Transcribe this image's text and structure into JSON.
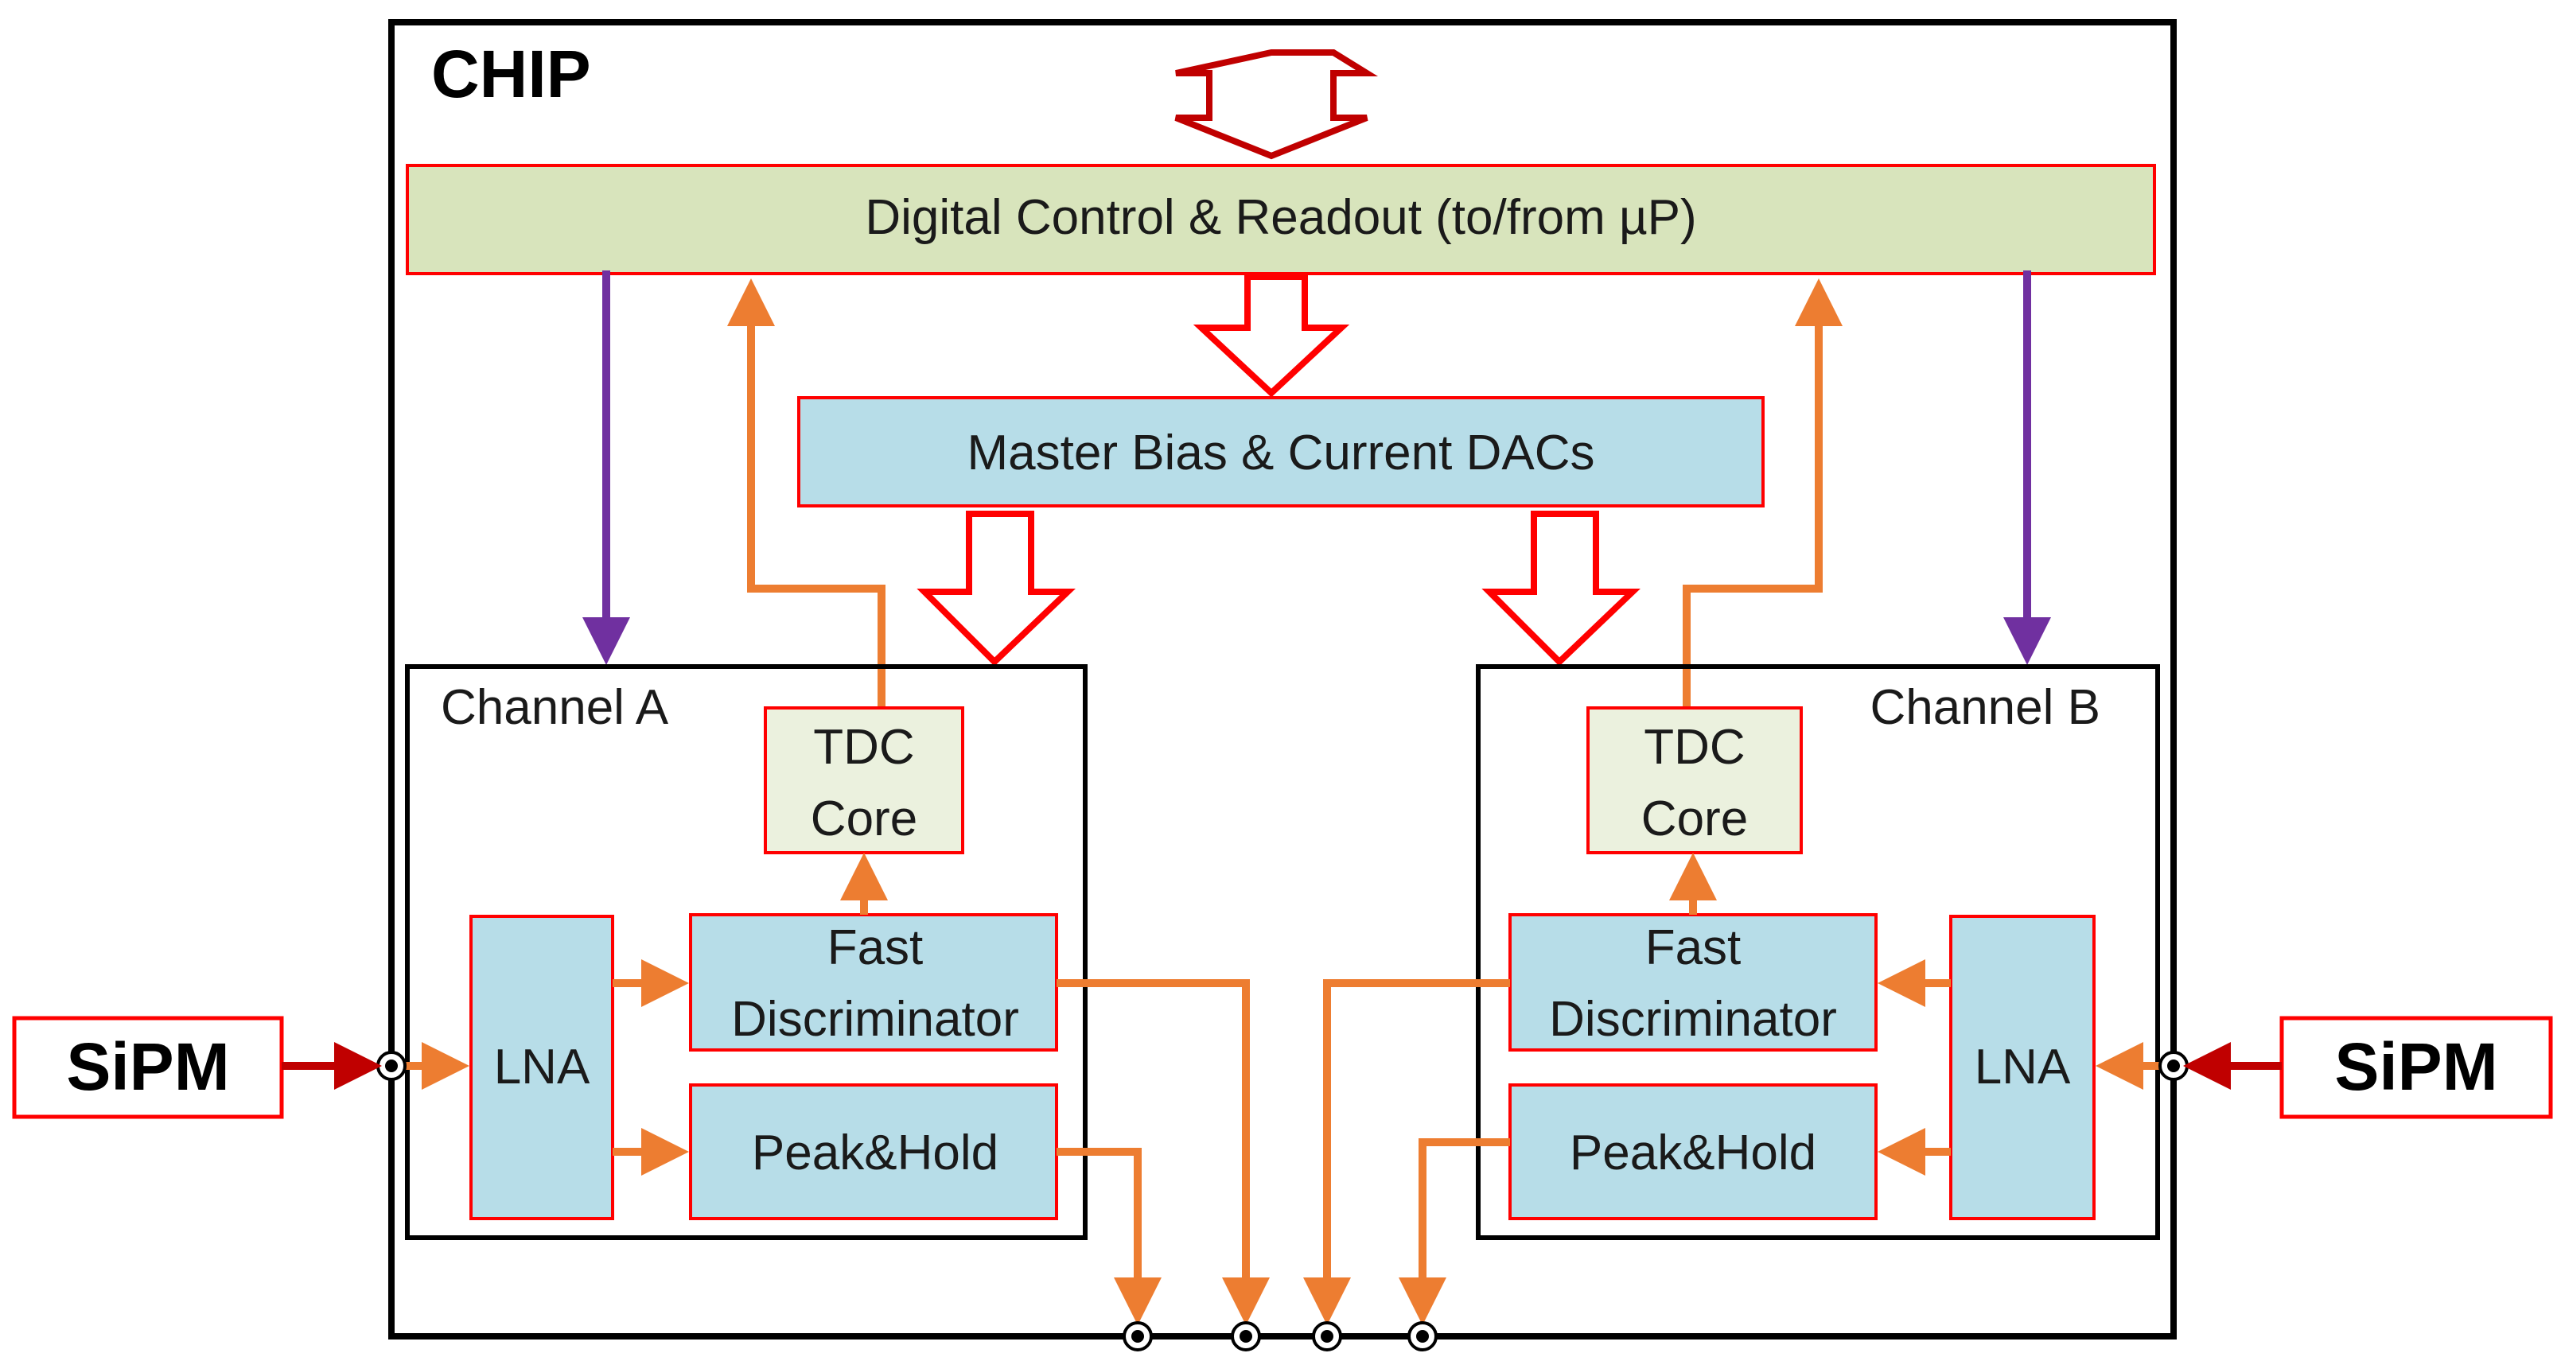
{
  "chip": {
    "title": "CHIP"
  },
  "digital": {
    "label": "Digital Control & Readout (to/from µP)"
  },
  "bias": {
    "label": "Master Bias & Current DACs"
  },
  "channel_a": {
    "title": "Channel A",
    "tdc_line1": "TDC",
    "tdc_line2": "Core",
    "fast_line1": "Fast",
    "fast_line2": "Discriminator",
    "peak": "Peak&Hold",
    "lna": "LNA"
  },
  "channel_b": {
    "title": "Channel B",
    "tdc_line1": "TDC",
    "tdc_line2": "Core",
    "fast_line1": "Fast",
    "fast_line2": "Discriminator",
    "peak": "Peak&Hold",
    "lna": "LNA"
  },
  "sipm_left": {
    "label": "SiPM"
  },
  "sipm_right": {
    "label": "SiPM"
  },
  "colors": {
    "red": "#ff0000",
    "dark_red": "#c00000",
    "orange": "#ed7d31",
    "purple": "#7030a0",
    "green_fill": "#d8e4bc",
    "blue_fill": "#b7dde8",
    "tdc_fill": "#ebf1de"
  }
}
